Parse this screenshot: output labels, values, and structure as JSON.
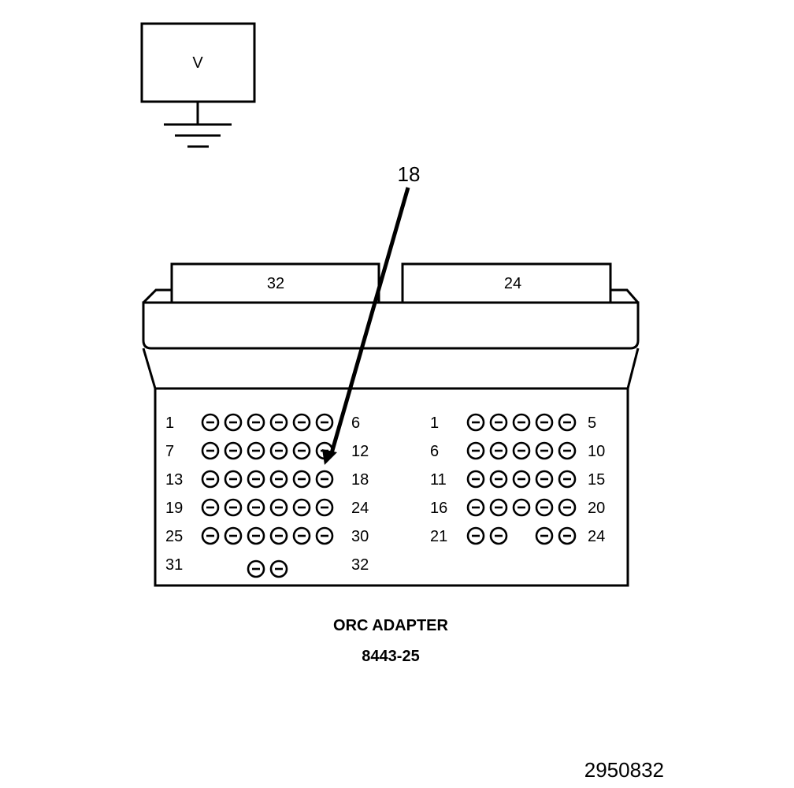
{
  "voltmeter": {
    "symbol": "V"
  },
  "callout": {
    "label": "18"
  },
  "connectors": [
    {
      "id": "32",
      "tab_label": "32",
      "rows": [
        {
          "left": "1",
          "right": "6",
          "pins": [
            0,
            1,
            2,
            3,
            4,
            5
          ]
        },
        {
          "left": "7",
          "right": "12",
          "pins": [
            0,
            1,
            2,
            3,
            4,
            5
          ]
        },
        {
          "left": "13",
          "right": "18",
          "pins": [
            0,
            1,
            2,
            3,
            4,
            5
          ]
        },
        {
          "left": "19",
          "right": "24",
          "pins": [
            0,
            1,
            2,
            3,
            4,
            5
          ]
        },
        {
          "left": "25",
          "right": "30",
          "pins": [
            0,
            1,
            2,
            3,
            4,
            5
          ]
        },
        {
          "left": "31",
          "right": "32",
          "pins": [
            2,
            3
          ]
        }
      ]
    },
    {
      "id": "24",
      "tab_label": "24",
      "rows": [
        {
          "left": "1",
          "right": "5",
          "pins": [
            0,
            1,
            2,
            3,
            4
          ]
        },
        {
          "left": "6",
          "right": "10",
          "pins": [
            0,
            1,
            2,
            3,
            4
          ]
        },
        {
          "left": "11",
          "right": "15",
          "pins": [
            0,
            1,
            2,
            3,
            4
          ]
        },
        {
          "left": "16",
          "right": "20",
          "pins": [
            0,
            1,
            2,
            3,
            4
          ]
        },
        {
          "left": "21",
          "right": "24",
          "pins": [
            0,
            1,
            3,
            4
          ]
        }
      ]
    }
  ],
  "caption": {
    "title": "ORC ADAPTER",
    "part_number": "8443-25"
  },
  "figure_number": "2950832"
}
